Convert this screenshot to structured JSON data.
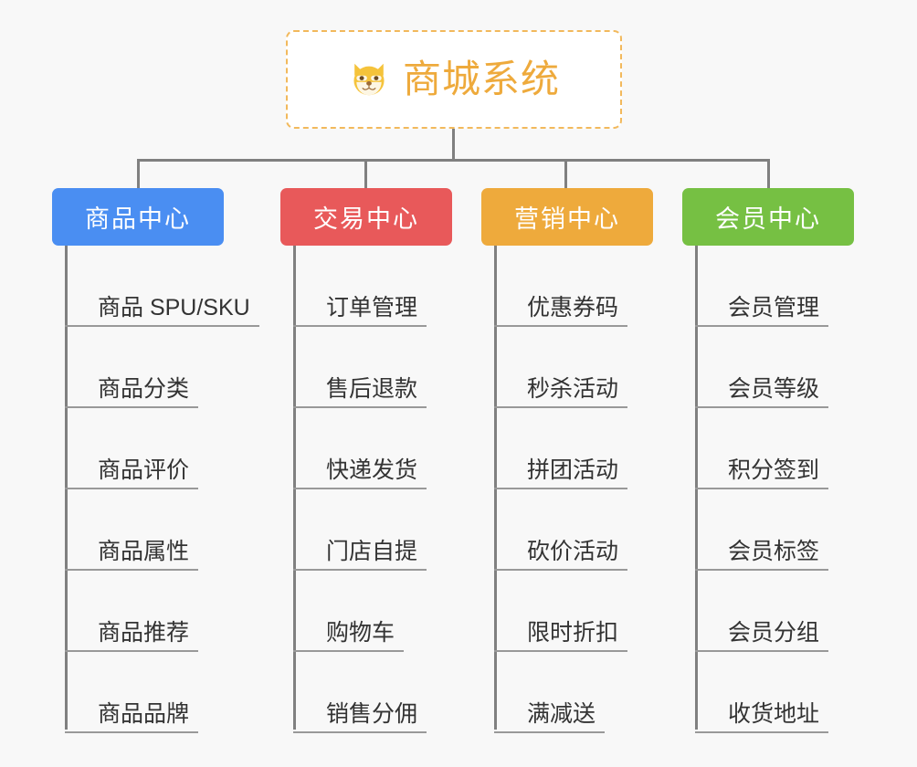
{
  "background_color": "#f8f8f8",
  "root": {
    "title": "商城系统",
    "icon": "dog-face-icon",
    "text_color": "#eeaa3c",
    "border_color": "#f2b95c"
  },
  "connector_color": "#808080",
  "branches": [
    {
      "label": "商品中心",
      "color": "#4a8ef2",
      "items": [
        "商品 SPU/SKU",
        "商品分类",
        "商品评价",
        "商品属性",
        "商品推荐",
        "商品品牌"
      ]
    },
    {
      "label": "交易中心",
      "color": "#e8595a",
      "items": [
        "订单管理",
        "售后退款",
        "快递发货",
        "门店自提",
        "购物车",
        "销售分佣"
      ]
    },
    {
      "label": "营销中心",
      "color": "#eeaa3c",
      "items": [
        "优惠券码",
        "秒杀活动",
        "拼团活动",
        "砍价活动",
        "限时折扣",
        "满减送"
      ]
    },
    {
      "label": "会员中心",
      "color": "#76c043",
      "items": [
        "会员管理",
        "会员等级",
        "积分签到",
        "会员标签",
        "会员分组",
        "收货地址"
      ]
    }
  ]
}
